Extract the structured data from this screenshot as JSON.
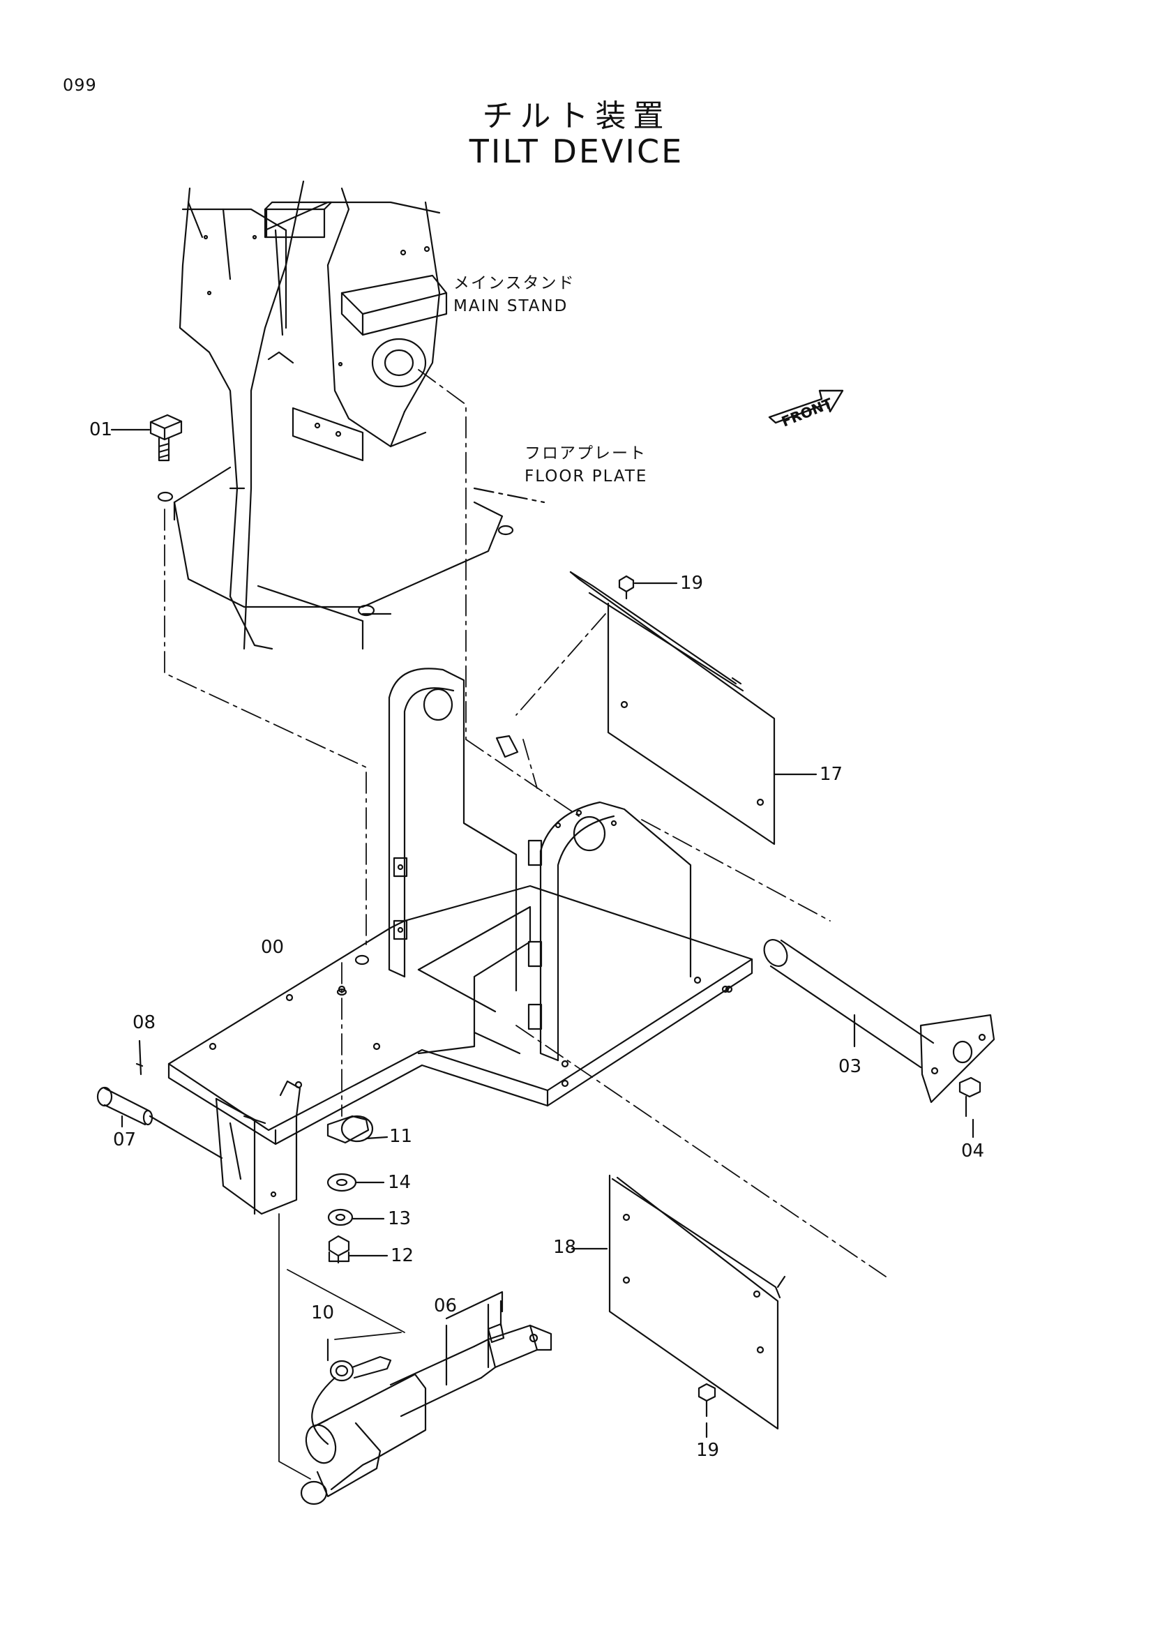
{
  "page_number": "099",
  "title": {
    "japanese": "チルト装置",
    "english": "TILT DEVICE"
  },
  "annotations": {
    "main_stand_jp": "メインスタンド",
    "main_stand_en": "MAIN STAND",
    "floor_plate_jp": "フロアプレート",
    "floor_plate_en": "FLOOR PLATE",
    "front_badge": "FRONT"
  },
  "callouts": {
    "p00": "00",
    "p01": "01",
    "p03": "03",
    "p04": "04",
    "p06": "06",
    "p07": "07",
    "p08": "08",
    "p10": "10",
    "p11": "11",
    "p12": "12",
    "p13": "13",
    "p14": "14",
    "p17": "17",
    "p18": "18",
    "p19a": "19",
    "p19b": "19"
  }
}
